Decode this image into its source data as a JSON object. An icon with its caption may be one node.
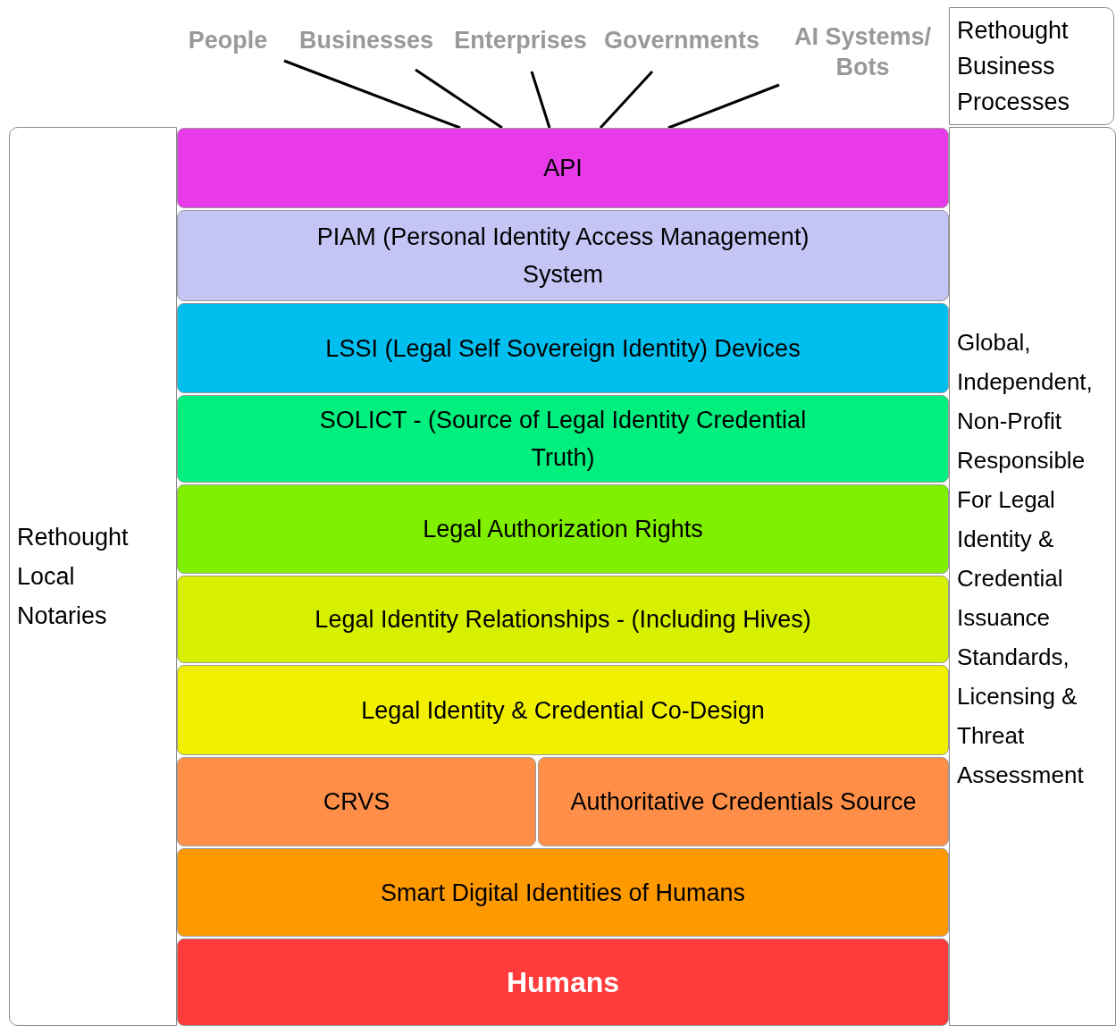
{
  "diagram": {
    "nodes": [
      {
        "text": [
          "People"
        ]
      },
      {
        "text": [
          "Businesses"
        ]
      },
      {
        "text": [
          "Enterprises"
        ]
      },
      {
        "text": [
          "Governments"
        ]
      },
      {
        "text": [
          "AI Systems/ Bots"
        ]
      },
      {
        "text": [
          "Rethought Business Processes"
        ]
      },
      {
        "text": [
          "Rethought Local Notaries"
        ]
      },
      {
        "text": [
          "API"
        ]
      },
      {
        "text": [
          "PIAM (Personal Identity Access Management) System"
        ]
      },
      {
        "text": [
          "LSSI (Legal Self Sovereign Identity) Devices"
        ]
      },
      {
        "text": [
          "SOLICT - (Source of Legal Identity Credential Truth)"
        ]
      },
      {
        "text": [
          "Legal Authorization Rights"
        ]
      },
      {
        "text": [
          "Legal Identity Relationships - (Including Hives)"
        ]
      },
      {
        "text": [
          "Legal Identity & Credential Co-Design"
        ]
      },
      {
        "text": [
          "CRVS"
        ]
      },
      {
        "text": [
          "Authoritative Credentials Source"
        ]
      },
      {
        "text": [
          "Smart Digital Identities of Humans"
        ]
      },
      {
        "text": [
          "Humans"
        ]
      },
      {
        "text": [
          "Global, Independent, Non-Profit Responsible For Legal Identity & Credential Issuance Standards, Licensing & Threat Assessment"
        ]
      }
    ],
    "edges": [
      {
        "from": 0,
        "to": 7,
        "arrow": "none"
      },
      {
        "from": 1,
        "to": 7,
        "arrow": "none"
      },
      {
        "from": 2,
        "to": 7,
        "arrow": "none"
      },
      {
        "from": 3,
        "to": 7,
        "arrow": "none"
      },
      {
        "from": 4,
        "to": 7,
        "arrow": "none"
      }
    ]
  }
}
